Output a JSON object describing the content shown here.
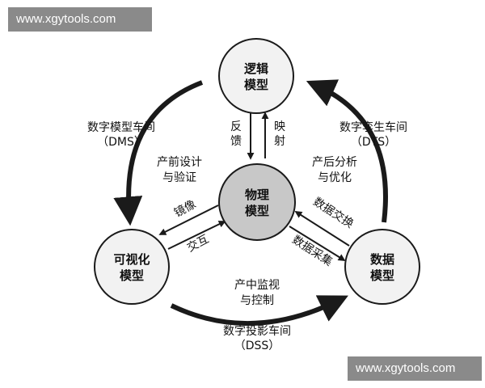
{
  "watermarks": {
    "top": "www.xgytools.com",
    "bottom": "www.xgytools.com"
  },
  "nodes": {
    "logic": {
      "line1": "逻辑",
      "line2": "模型"
    },
    "physical": {
      "line1": "物理",
      "line2": "模型"
    },
    "visual": {
      "line1": "可视化",
      "line2": "模型"
    },
    "data": {
      "line1": "数据",
      "line2": "模型"
    }
  },
  "outer_labels": {
    "dms": {
      "line1": "数字模型车间",
      "line2": "（DMS）"
    },
    "dts": {
      "line1": "数字孪生车间",
      "line2": "（DTS）"
    },
    "dss": {
      "line1": "数字投影车间",
      "line2": "（DSS）"
    }
  },
  "inner_labels": {
    "design": {
      "line1": "产前设计",
      "line2": "与验证"
    },
    "analysis": {
      "line1": "产后分析",
      "line2": "与优化"
    },
    "monitor": {
      "line1": "产中监视",
      "line2": "与控制"
    }
  },
  "link_labels": {
    "feedback": [
      "反",
      "馈"
    ],
    "mapping": [
      "映",
      "射"
    ],
    "mirror": "镜像",
    "interact": "交互",
    "exchange": "数据交换",
    "collect": "数据采集"
  },
  "colors": {
    "node_fill": "#f2f2f2",
    "center_fill": "#c8c8c8",
    "stroke": "#1a1a1a",
    "watermark_bg": "#8a8a8a"
  }
}
